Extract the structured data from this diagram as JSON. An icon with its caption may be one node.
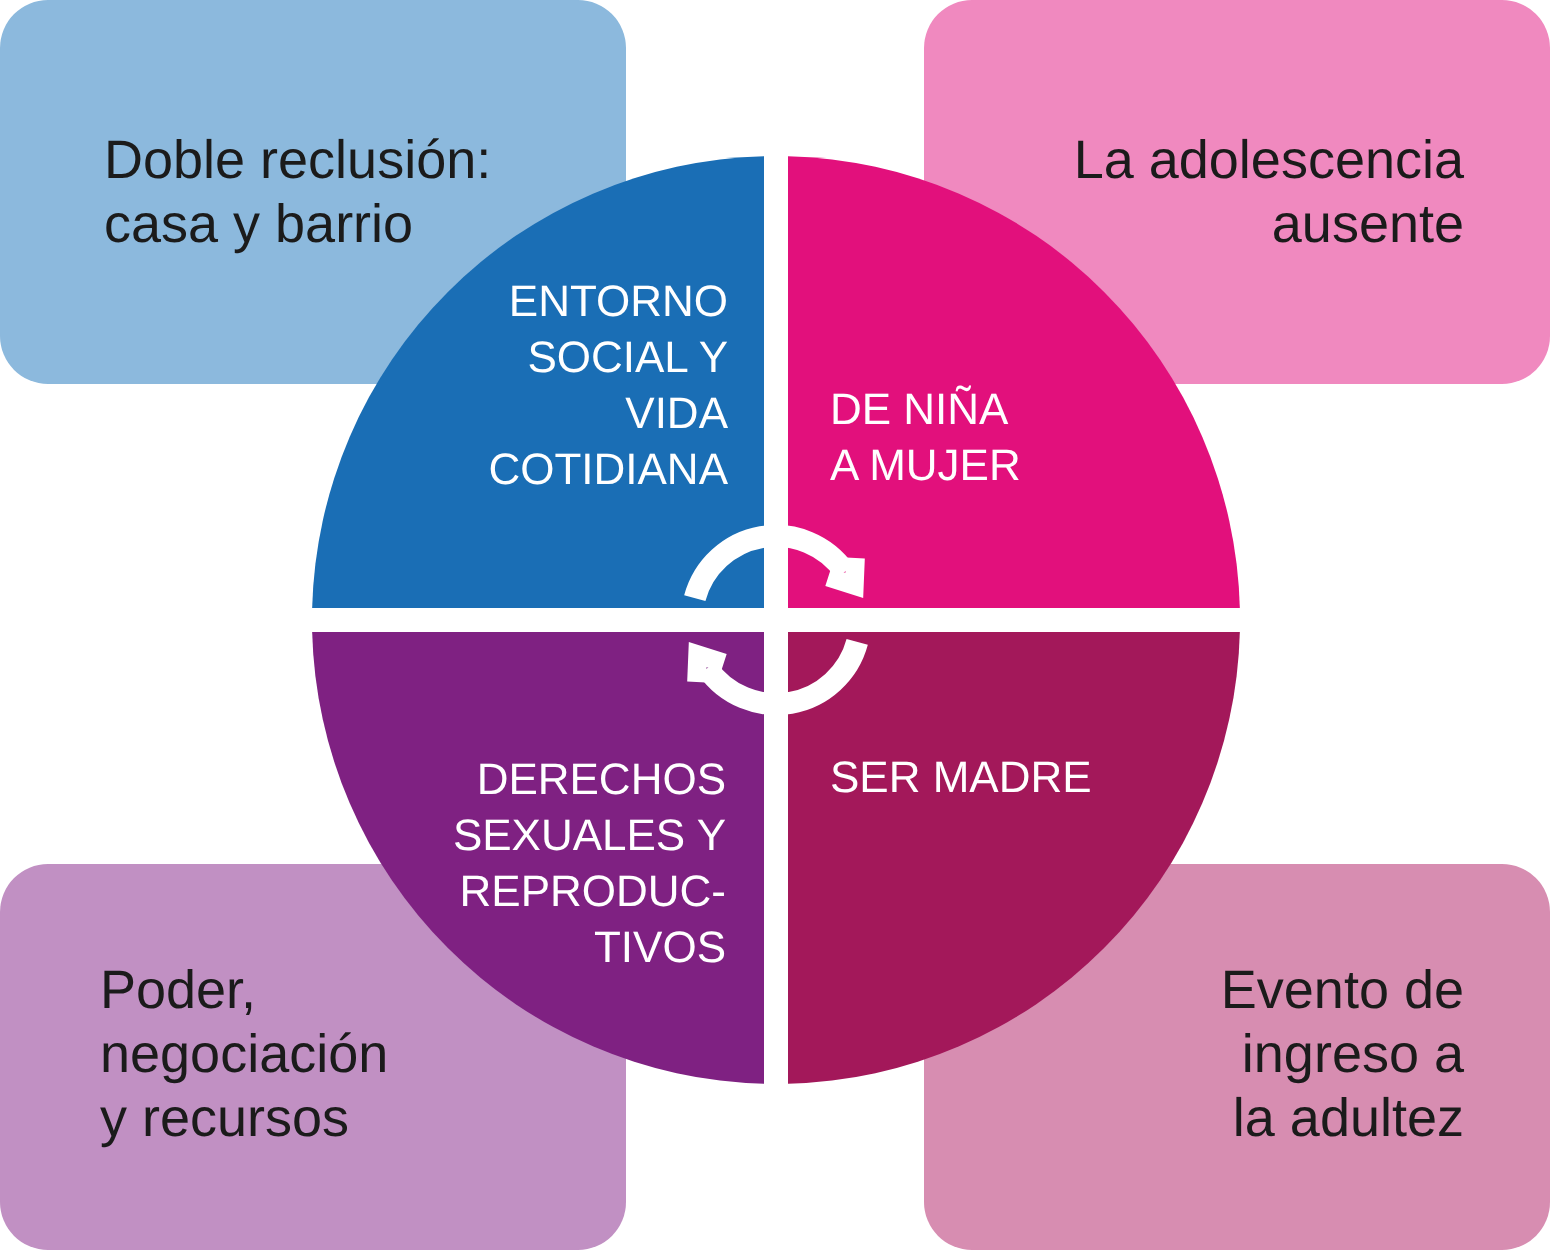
{
  "diagram": {
    "nodes": [
      {
        "text": [
          "Doble reclusión: casa y barrio"
        ]
      },
      {
        "text": [
          "La adolescencia ausente"
        ]
      },
      {
        "text": [
          "ENTORNO SOCIAL Y VIDA COTIDIANA"
        ]
      },
      {
        "text": [
          "DE NIÑA A MUJER"
        ]
      },
      {
        "text": [
          "DERECHOS SEXUALES Y REPRODUC- TIVOS"
        ]
      },
      {
        "text": [
          "SER MADRE"
        ]
      },
      {
        "text": [
          "Poder, negociación y recursos"
        ]
      },
      {
        "text": [
          "Evento de ingreso a la adultez"
        ]
      }
    ],
    "edges": [
      {
        "from": 2,
        "to": 3,
        "arrow": "to"
      },
      {
        "from": 5,
        "to": 4,
        "arrow": "to"
      }
    ]
  }
}
